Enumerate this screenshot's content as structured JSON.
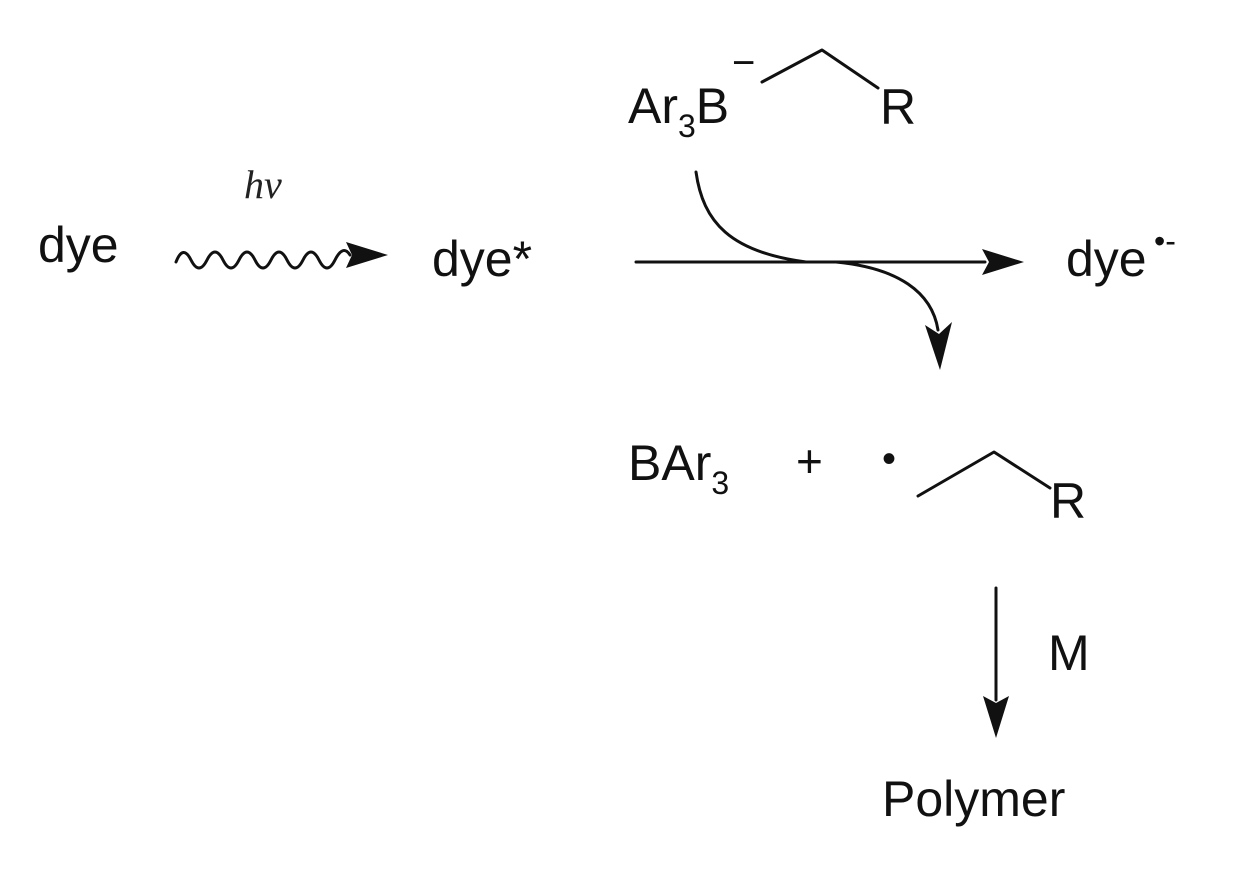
{
  "scheme": {
    "reactant": "dye",
    "excitation_label": "hv",
    "excited_state": "dye*",
    "borate": {
      "aryl_group": "Ar",
      "aryl_subscript": "3",
      "boron": "B",
      "charge": "−",
      "substituent": "R"
    },
    "radical_anion": {
      "base": "dye",
      "superscript": "•-"
    },
    "fragmentation": {
      "borane_base": "BAr",
      "borane_subscript": "3",
      "plus": "+",
      "radical_dot": "•",
      "substituent": "R"
    },
    "monomer_label": "M",
    "product": "Polymer"
  }
}
